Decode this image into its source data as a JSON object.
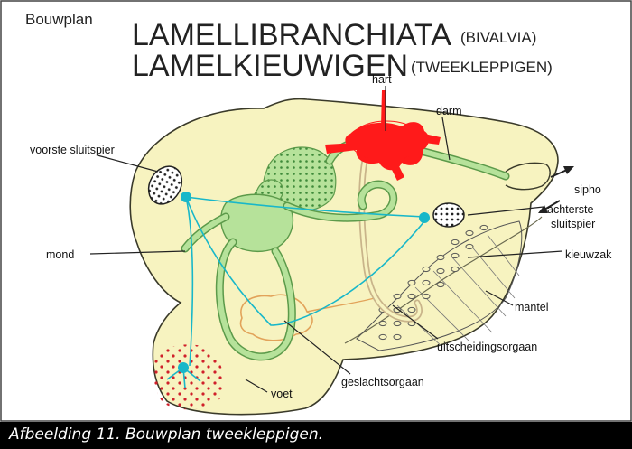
{
  "title": {
    "small": "Bouwplan",
    "line1_main": "LAMELLIBRANCHIATA",
    "line1_sub": "(BIVALVIA)",
    "line2_main": "LAMELKIEUWIGEN",
    "line2_sub": "(TWEEKLEPPIGEN)"
  },
  "labels": {
    "hart": "hart",
    "darm": "darm",
    "voorste_sluitspier": "voorste sluitspier",
    "sipho": "sipho",
    "achterste_line1": "achterste",
    "achterste_line2": "sluitspier",
    "mond": "mond",
    "kieuwzak": "kieuwzak",
    "mantel": "mantel",
    "uitscheidingsorgaan": "uitscheidingsorgaan",
    "geslachtsorgaan": "geslachtsorgaan",
    "voet": "voet"
  },
  "caption": "Afbeelding 11. Bouwplan tweekleppigen.",
  "colors": {
    "body": "#f7f3c0",
    "outline": "#3a3a2a",
    "gut": "#b6e29a",
    "gut_edge": "#5c9a4a",
    "heart": "#ff1a1a",
    "nerve": "#18b7c9",
    "gonad": "#e2a35a",
    "caption_bg": "#000000",
    "caption_fg": "#ffffff"
  }
}
